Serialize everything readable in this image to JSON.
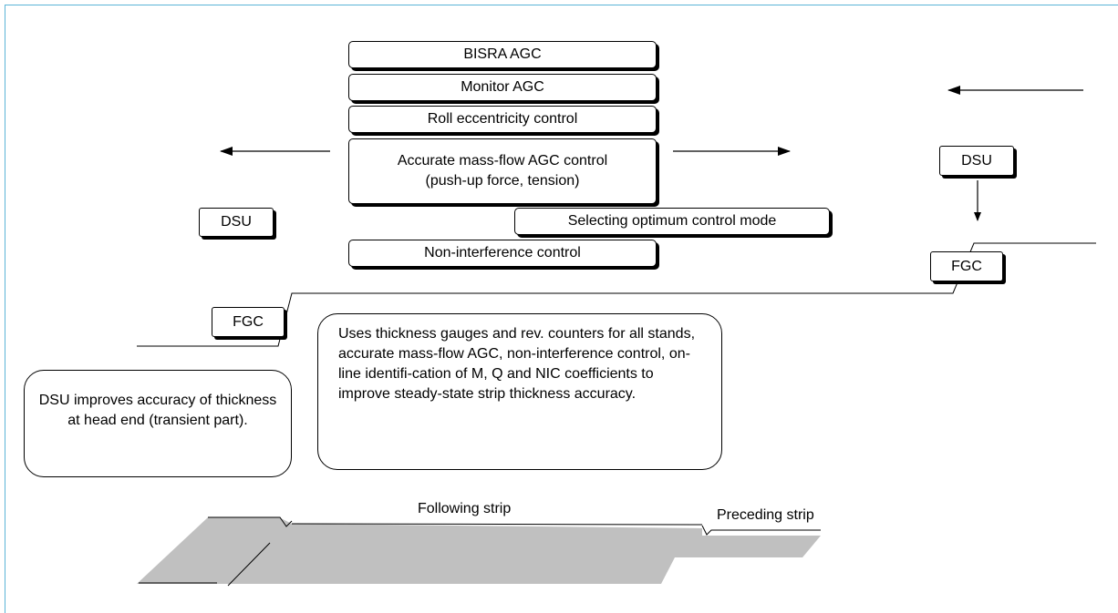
{
  "control_stack": {
    "bisra_agc": "BISRA AGC",
    "monitor_agc": "Monitor AGC",
    "roll_eccentricity": "Roll eccentricity control",
    "mass_flow_line1": "Accurate mass-flow AGC control",
    "mass_flow_line2": "(push-up force, tension)",
    "optimum_mode": "Selecting optimum control mode",
    "non_interference": "Non-interference control"
  },
  "tags": {
    "dsu_left": "DSU",
    "dsu_right": "DSU",
    "fgc_left": "FGC",
    "fgc_right": "FGC"
  },
  "notes": {
    "dsu_note": "DSU improves accuracy of thickness at head end (transient part).",
    "steady_note": "Uses thickness gauges and rev. counters for all stands, accurate mass-flow AGC, non-interference control, on-line identifi-cation of M, Q and NIC coefficients to improve steady-state strip thickness accuracy."
  },
  "strip_labels": {
    "following": "Following strip",
    "preceding": "Preceding strip"
  },
  "colors": {
    "frame": "#5ab4d6",
    "strip_fill": "#c0c0c0"
  }
}
